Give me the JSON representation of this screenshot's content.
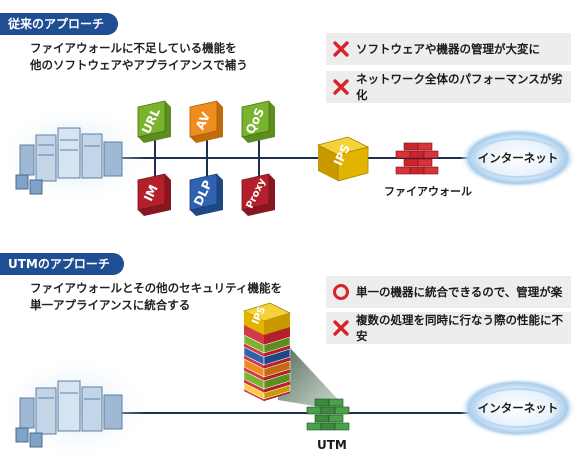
{
  "section1": {
    "title": "従来のアプローチ",
    "desc_line1": "ファイアウォールに不足している機能を",
    "desc_line2": "他のソフトウェアやアプライアンスで補う",
    "callouts": [
      {
        "mark": "cross",
        "text": "ソフトウェアや機器の管理が大変に"
      },
      {
        "mark": "cross",
        "text": "ネットワーク全体のパフォーマンスが劣化"
      }
    ],
    "modules_top": [
      {
        "label": "URL",
        "color": "#7ab32e"
      },
      {
        "label": "AV",
        "color": "#ee8c1f"
      },
      {
        "label": "QoS",
        "color": "#7ab32e"
      }
    ],
    "modules_bottom": [
      {
        "label": "IM",
        "color": "#b3202b"
      },
      {
        "label": "DLP",
        "color": "#2f63b1"
      },
      {
        "label": "Proxy",
        "color": "#b3202b"
      }
    ],
    "ips_label": "IPS",
    "firewall_label": "ファイアウォール",
    "internet_label": "インターネット"
  },
  "section2": {
    "title": "UTMのアプローチ",
    "desc_line1": "ファイアウォールとその他のセキュリティ機能を",
    "desc_line2": "単一アプライアンスに統合する",
    "callouts": [
      {
        "mark": "circle",
        "text": "単一の機器に統合できるので、管理が楽"
      },
      {
        "mark": "cross",
        "text": "複数の処理を同時に行なう際の性能に不安"
      }
    ],
    "stack_label": "IPS",
    "utm_label": "UTM",
    "internet_label": "インターネット"
  },
  "colors": {
    "accent": "#1f4e93",
    "cross": "#d8232a",
    "callout_bg": "#ededed",
    "network_line": "#1f2f4f"
  }
}
